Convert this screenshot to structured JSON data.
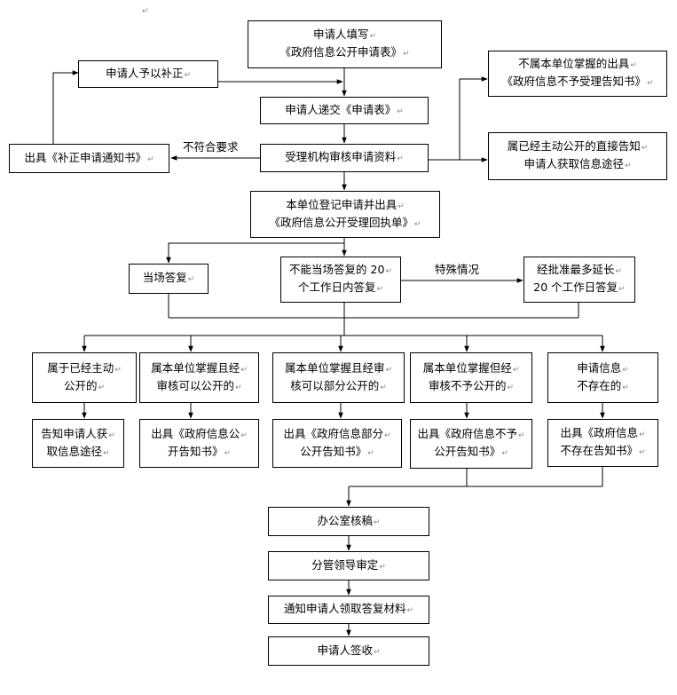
{
  "nodes": {
    "n_fill": [
      "申请人填写",
      "《政府信息公开申请表》"
    ],
    "n_correct": [
      "申请人予以补正"
    ],
    "n_submit": [
      "申请人递交《申请表》"
    ],
    "n_notice_fix": [
      "出具《补正申请通知书》"
    ],
    "n_review": [
      "受理机构审核申请资料"
    ],
    "n_not_held": [
      "不属本单位掌握的出具",
      "《政府信息不予受理告知书》"
    ],
    "n_public_already": [
      "属已经主动公开的直接告知",
      "申请人获取信息途径"
    ],
    "n_register": [
      "本单位登记申请并出具",
      "《政府信息公开受理回执单》"
    ],
    "n_onsite": [
      "当场答复"
    ],
    "n_20days": [
      "不能当场答复的 20",
      "个工作日内答复"
    ],
    "n_extend": [
      "经批准最多延长",
      "20 个工作日答复"
    ],
    "n_c1": [
      "属于已经主动",
      "公开的"
    ],
    "n_c2": [
      "属本单位掌握且经",
      "审核可以公开的"
    ],
    "n_c3": [
      "属本单位掌握且经审",
      "核可以部分公开的"
    ],
    "n_c4": [
      "属本单位掌握但经",
      "审核不予公开的"
    ],
    "n_c5": [
      "申请信息",
      "不存在的"
    ],
    "n_r1": [
      "告知申请人获",
      "取信息途径"
    ],
    "n_r2": [
      "出具《政府信息公",
      "开告知书》"
    ],
    "n_r3": [
      "出具《政府信息部分",
      "公开告知书》"
    ],
    "n_r4": [
      "出具《政府信息不予",
      "公开告知书》"
    ],
    "n_r5": [
      "出具《政府信息",
      "不存在告知书》"
    ],
    "n_office": [
      "办公室核稿"
    ],
    "n_leader": [
      "分管领导审定"
    ],
    "n_notify": [
      "通知申请人领取答复材料"
    ],
    "n_sign": [
      "申请人签收"
    ]
  },
  "edge_labels": {
    "not_compliant": "不符合要求",
    "special": "特殊情况"
  },
  "paragraph_mark": "↵"
}
